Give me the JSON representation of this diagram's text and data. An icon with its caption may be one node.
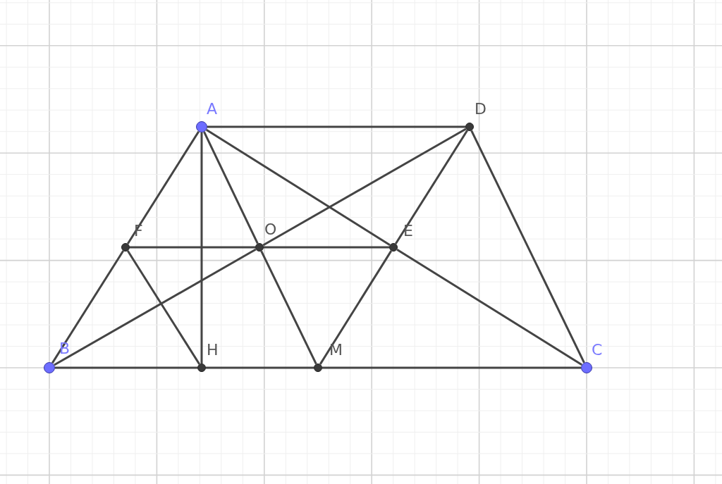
{
  "diagram": {
    "nodes": [
      {
        "text": [
          "A"
        ]
      },
      {
        "text": [
          "D"
        ]
      },
      {
        "text": [
          "F"
        ]
      },
      {
        "text": [
          "O"
        ]
      },
      {
        "text": [
          "E"
        ]
      },
      {
        "text": [
          "B"
        ]
      },
      {
        "text": [
          "H"
        ]
      },
      {
        "text": [
          "M"
        ]
      },
      {
        "text": [
          "C"
        ]
      }
    ],
    "edges": [
      {
        "from": 0,
        "to": 1,
        "arrow": "none"
      },
      {
        "from": 0,
        "to": 2,
        "arrow": "none"
      },
      {
        "from": 2,
        "to": 5,
        "arrow": "none"
      },
      {
        "from": 0,
        "to": 6,
        "arrow": "none"
      },
      {
        "from": 0,
        "to": 3,
        "arrow": "none"
      },
      {
        "from": 0,
        "to": 4,
        "arrow": "none"
      },
      {
        "from": 4,
        "to": 8,
        "arrow": "none"
      },
      {
        "from": 5,
        "to": 3,
        "arrow": "none"
      },
      {
        "from": 3,
        "to": 1,
        "arrow": "none"
      },
      {
        "from": 1,
        "to": 4,
        "arrow": "none"
      },
      {
        "from": 1,
        "to": 8,
        "arrow": "none"
      },
      {
        "from": 2,
        "to": 3,
        "arrow": "none"
      },
      {
        "from": 3,
        "to": 4,
        "arrow": "none"
      },
      {
        "from": 2,
        "to": 6,
        "arrow": "none"
      },
      {
        "from": 3,
        "to": 7,
        "arrow": "none"
      },
      {
        "from": 4,
        "to": 7,
        "arrow": "none"
      },
      {
        "from": 5,
        "to": 6,
        "arrow": "none"
      },
      {
        "from": 6,
        "to": 7,
        "arrow": "none"
      },
      {
        "from": 7,
        "to": 8,
        "arrow": "none"
      }
    ]
  }
}
